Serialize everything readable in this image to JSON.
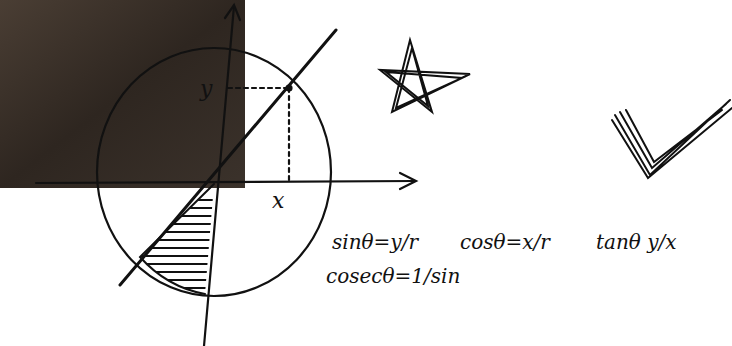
{
  "diagram": {
    "labels": [
      "y",
      "x",
      "sinθ=y/r",
      "cosθ=x/r",
      "tanθ y/x",
      "cosecθ=1/sin"
    ]
  }
}
